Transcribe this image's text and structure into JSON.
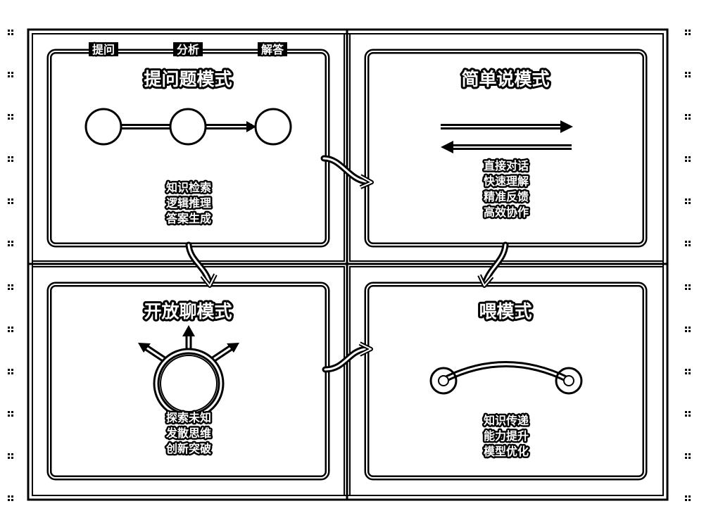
{
  "steps": [
    "提问",
    "分析",
    "解答"
  ],
  "panels": {
    "question": {
      "title": "提问题模式",
      "items": [
        "知识检索",
        "逻辑推理",
        "答案生成"
      ]
    },
    "simple": {
      "title": "简单说模式",
      "items": [
        "直接对话",
        "快速理解",
        "精准反馈",
        "高效协作"
      ]
    },
    "open": {
      "title": "开放聊模式",
      "items": [
        "探索未知",
        "发散思维",
        "创新突破"
      ]
    },
    "feed": {
      "title": "喂模式",
      "items": [
        "知识传递",
        "能力提升",
        "模型优化"
      ]
    }
  }
}
